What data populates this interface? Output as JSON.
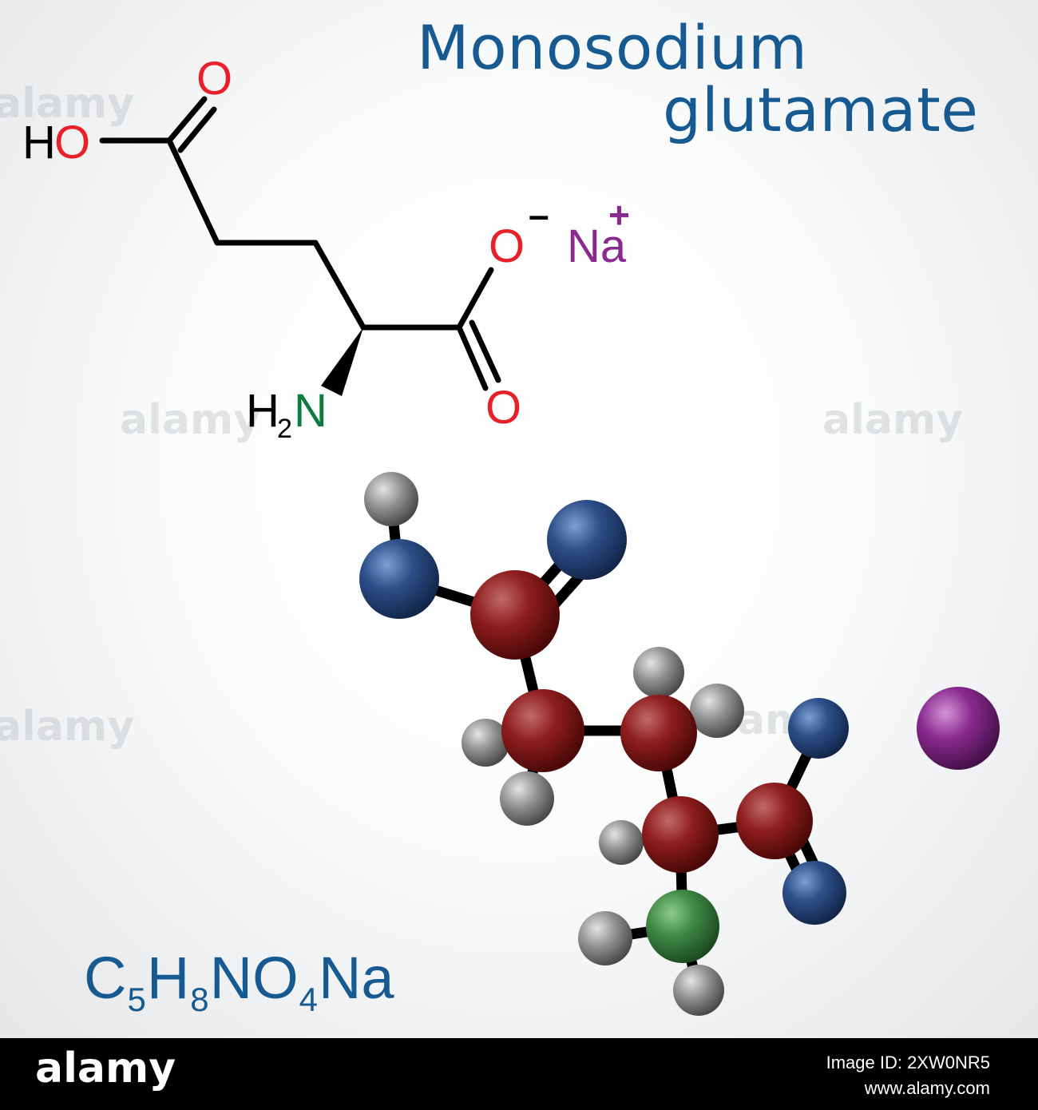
{
  "title": {
    "line1": "Monosodium",
    "line2": "glutamate"
  },
  "formula": {
    "parts": [
      {
        "text": "C"
      },
      {
        "sub": "5"
      },
      {
        "text": "H"
      },
      {
        "sub": "8"
      },
      {
        "text": "NO"
      },
      {
        "sub": "4"
      },
      {
        "text": "Na"
      }
    ]
  },
  "structure": {
    "hydroxyl": {
      "h": "H",
      "o": "O"
    },
    "carbonyl_top": "O",
    "carbonyl_bottom": "O",
    "carboxylate": {
      "o": "O",
      "charge": "–"
    },
    "sodium": {
      "symbol": "Na",
      "charge": "+"
    },
    "amine": {
      "h": "H",
      "sub": "2",
      "n": "N"
    }
  },
  "colors": {
    "title": "#175a92",
    "oxygen_label": "#e8202a",
    "nitrogen_label": "#0d7a3e",
    "sodium_label": "#8a2a8f",
    "bond": "#000000"
  },
  "watermark": "alamy",
  "footer": {
    "logo": "alamy",
    "image_id": "Image ID: 2XW0NR5",
    "url": "www.alamy.com"
  }
}
